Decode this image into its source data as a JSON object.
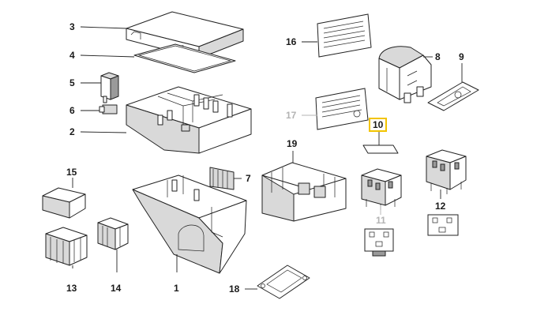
{
  "diagram": {
    "callouts": [
      {
        "id": "c3",
        "text": "3"
      },
      {
        "id": "c4",
        "text": "4"
      },
      {
        "id": "c5",
        "text": "5"
      },
      {
        "id": "c6",
        "text": "6"
      },
      {
        "id": "c2",
        "text": "2"
      },
      {
        "id": "c15",
        "text": "15"
      },
      {
        "id": "c13",
        "text": "13"
      },
      {
        "id": "c14",
        "text": "14"
      },
      {
        "id": "c1",
        "text": "1"
      },
      {
        "id": "c7",
        "text": "7"
      },
      {
        "id": "c16",
        "text": "16"
      },
      {
        "id": "c17",
        "text": "17"
      },
      {
        "id": "c19",
        "text": "19"
      },
      {
        "id": "c18",
        "text": "18"
      },
      {
        "id": "c8",
        "text": "8"
      },
      {
        "id": "c9",
        "text": "9"
      },
      {
        "id": "c10",
        "text": "10"
      },
      {
        "id": "c11",
        "text": "11"
      },
      {
        "id": "c12",
        "text": "12"
      }
    ],
    "highlighted_part": "10",
    "colors": {
      "highlight": "#f2c400",
      "ink": "#1a1a1a",
      "grey_label": "#b3b3b3"
    }
  }
}
